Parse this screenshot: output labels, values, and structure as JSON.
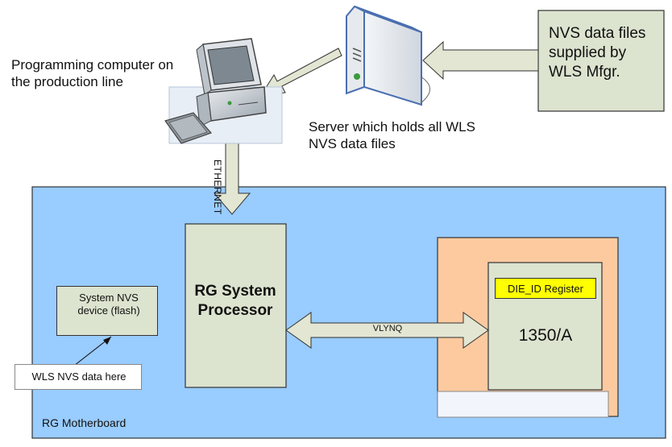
{
  "labels": {
    "programming_computer": "Programming computer on the production line",
    "server": "Server which holds all WLS NVS data files",
    "nvs_files": "NVS data files supplied by WLS Mfgr.",
    "ethernet": "ETHERNET",
    "motherboard": "RG Motherboard",
    "processor": "RG System Processor",
    "nvs_device": "System NVS device (flash)",
    "wls_callout": "WLS NVS data here",
    "vlynq": "VLYNQ",
    "die_id": "DIE_ID Register",
    "chip": "1350/A"
  },
  "colors": {
    "motherboard_fill": "#99ccff",
    "nvs_box_fill": "#dce3cf",
    "processor_fill": "#dce3cf",
    "module_fill": "#fdcaa0",
    "chip_fill": "#dce3cf",
    "die_id_fill": "#ffff00",
    "arrow_fill": "#e2e6d2",
    "server_outline": "#4a6fb0"
  }
}
